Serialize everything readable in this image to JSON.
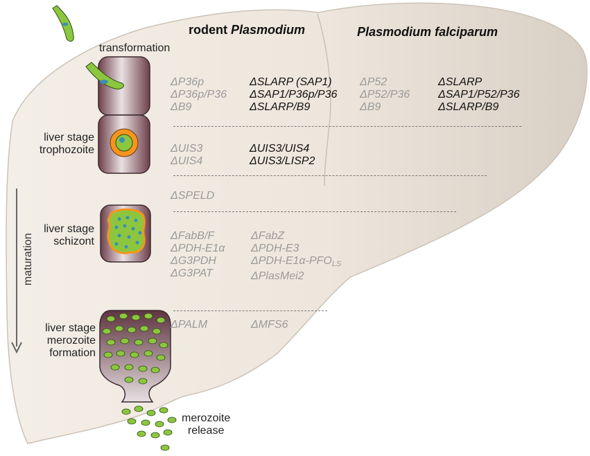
{
  "headers": {
    "rodent": "rodent",
    "rodent_genus": "Plasmodium",
    "falciparum": "Plasmodium falciparum"
  },
  "stages": {
    "transformation": "transformation",
    "trophozoite_line1": "liver stage",
    "trophozoite_line2": "trophozoite",
    "schizont_line1": "liver stage",
    "schizont_line2": "schizont",
    "merozoite_line1": "liver stage",
    "merozoite_line2": "merozoite",
    "merozoite_line3": "formation",
    "release_line1": "merozoite",
    "release_line2": "release"
  },
  "maturation": "maturation",
  "groups": {
    "transformation": {
      "rodent_gray": [
        "ΔP36p",
        "ΔP36p/P36",
        "ΔB9"
      ],
      "rodent_black": [
        "ΔSLARP (SAP1)",
        "ΔSAP1/P36p/P36",
        "ΔSLARP/B9"
      ],
      "pf_gray": [
        "ΔP52",
        "ΔP52/P36",
        "ΔB9"
      ],
      "pf_black": [
        "ΔSLARP",
        "ΔSAP1/P52/P36",
        "ΔSLARP/B9"
      ]
    },
    "trophozoite": {
      "rodent_gray": [
        "ΔUIS3",
        "ΔUIS4"
      ],
      "rodent_black": [
        "ΔUIS3/UIS4",
        "ΔUIS3/LISP2"
      ]
    },
    "speld": [
      "ΔSPELD"
    ],
    "schizont": {
      "col1": [
        "ΔFabB/F",
        "ΔPDH-E1α",
        "ΔG3PDH",
        "ΔG3PAT"
      ],
      "col2": [
        "ΔFabZ",
        "ΔPDH-E3",
        "ΔPDH-E1α-PFO",
        "ΔPlasMei2"
      ],
      "col2_sub": "LS"
    },
    "merozoite": {
      "col1": [
        "ΔPALM"
      ],
      "col2": [
        "ΔMFS6"
      ]
    }
  },
  "colors": {
    "liver_fill": "#f1ebe2",
    "liver_stroke": "#cfc6bb",
    "cell_dark": "#7a4b55",
    "parasite_green": "#8cc63f",
    "parasite_blue": "#3a8fb7",
    "orange": "#f7941d",
    "gene_gray": "#9a9a9a",
    "gene_black": "#111111"
  },
  "icons": [
    "sporozoite-icon",
    "hepatocyte-icon",
    "trophozoite-icon",
    "schizont-icon",
    "merozoite-icon",
    "maturation-arrow-icon"
  ]
}
